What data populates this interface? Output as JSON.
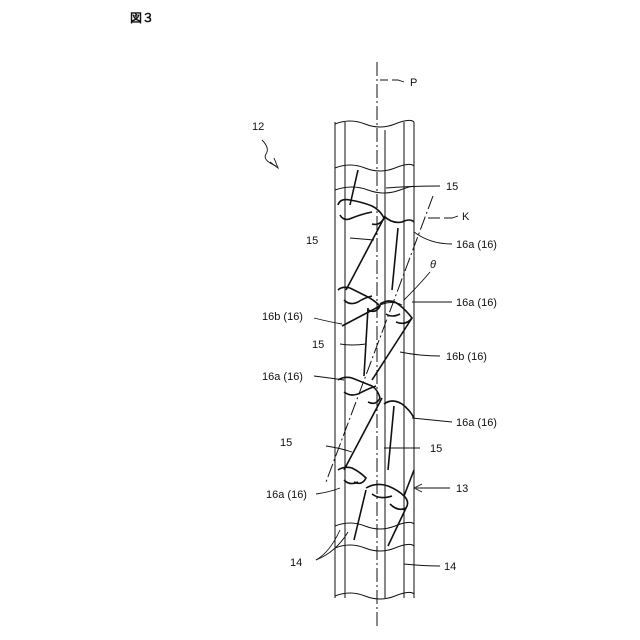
{
  "figure_title": "図３",
  "labels": {
    "axis_p": "P",
    "axis_k": "K",
    "theta": "θ",
    "ref_12": "12",
    "ref_13": "13",
    "ref_14_left": "14",
    "ref_14_right": "14",
    "ref_15_top": "15",
    "ref_15_a": "15",
    "ref_15_b": "15",
    "ref_15_c": "15",
    "ref_15_d": "15",
    "ref_16a_1": "16a (16)",
    "ref_16a_2": "16a (16)",
    "ref_16a_3": "16a (16)",
    "ref_16a_4": "16a (16)",
    "ref_16a_5": "16a (16)",
    "ref_16b_1": "16b (16)",
    "ref_16b_2": "16b (16)"
  }
}
